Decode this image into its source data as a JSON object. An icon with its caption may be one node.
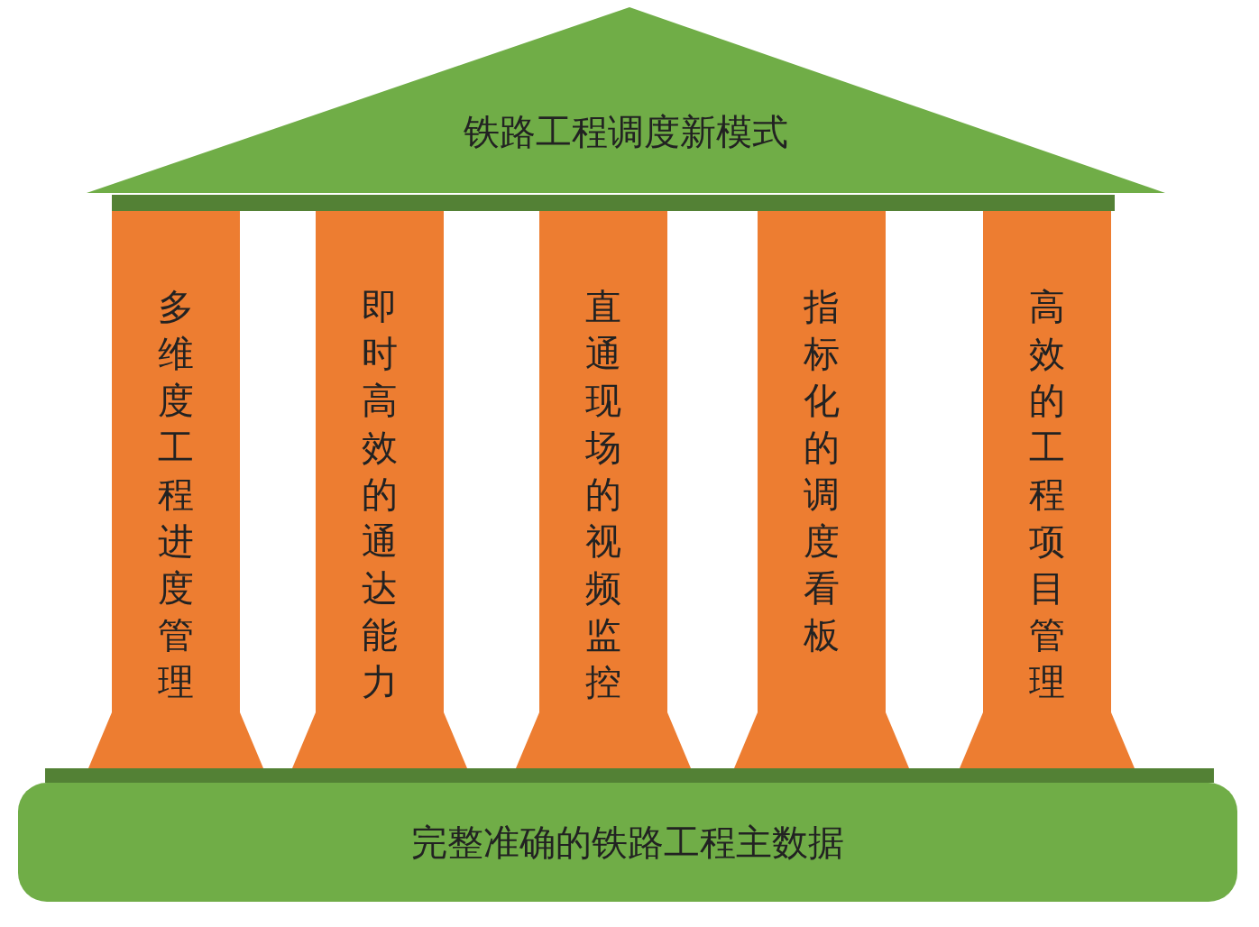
{
  "diagram": {
    "nodes": [
      {
        "text": [
          "铁路工程调度新模式"
        ]
      },
      {
        "text": [
          "多维度工程进度管理"
        ]
      },
      {
        "text": [
          "即时高效的通达能力"
        ]
      },
      {
        "text": [
          "直通现场的视频监控"
        ]
      },
      {
        "text": [
          "指标化的调度看板"
        ]
      },
      {
        "text": [
          "高效的工程项目管理"
        ]
      },
      {
        "text": [
          "完整准确的铁路工程主数据"
        ]
      }
    ],
    "edges": []
  }
}
